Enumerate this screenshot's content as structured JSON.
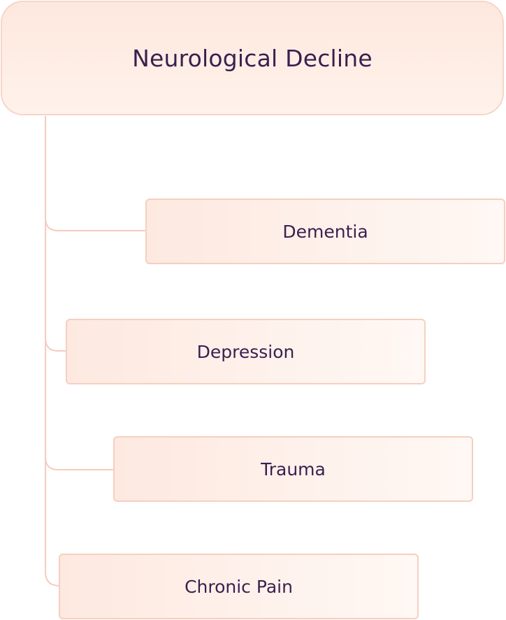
{
  "root": {
    "label": "Neurological Decline"
  },
  "children": [
    {
      "label": "Dementia"
    },
    {
      "label": "Depression"
    },
    {
      "label": "Trauma"
    },
    {
      "label": "Chronic Pain"
    }
  ],
  "colors": {
    "text": "#3b1f4f",
    "border": "#f6cfc0",
    "fill": "#fde9e0",
    "connector": "#f6cbbd"
  }
}
